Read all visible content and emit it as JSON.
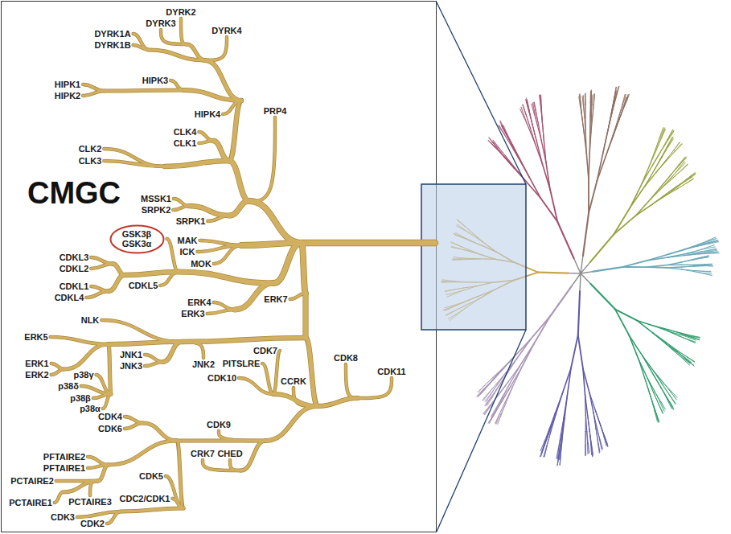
{
  "diagram": {
    "title": "CMGC",
    "nodes": [
      {
        "text": [
          "GSK3β",
          "GSK3α"
        ]
      }
    ],
    "labels": [
      "DYRK2",
      "DYRK3",
      "DYRK4",
      "DYRK1A",
      "DYRK1B",
      "HIPK3",
      "HIPK1",
      "HIPK2",
      "HIPK4",
      "PRP4",
      "CLK4",
      "CLK1",
      "CLK2",
      "CLK3",
      "MSSK1",
      "SRPK2",
      "SRPK1",
      "MAK",
      "ICK",
      "MOK",
      "CDKL3",
      "CDKL2",
      "CDKL1",
      "CDKL5",
      "CDKL4",
      "ERK4",
      "ERK7",
      "ERK3",
      "NLK",
      "ERK5",
      "ERK1",
      "ERK2",
      "p38γ",
      "p38δ",
      "JNK1",
      "JNK3",
      "JNK2",
      "CDK7",
      "PITSLRE",
      "CDK10",
      "p38β",
      "p38α",
      "CDK8",
      "CDK11",
      "CCRK",
      "CDK4",
      "CDK6",
      "CDK9",
      "PFTAIRE2",
      "PFTAIRE1",
      "PCTAIRE2",
      "PCTAIRE1",
      "PCTAIRE3",
      "CRK7",
      "CHED",
      "CDK5",
      "CDC2/CDK1",
      "CDK3",
      "CDK2"
    ]
  }
}
